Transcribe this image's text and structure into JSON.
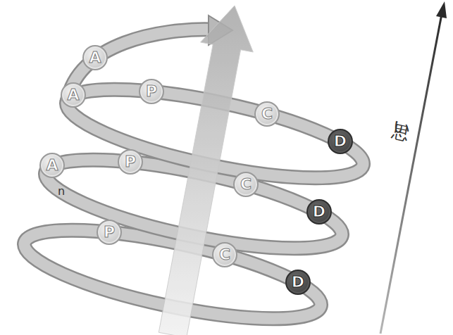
{
  "diagram": {
    "nodes": [
      {
        "text": [
          "A"
        ]
      },
      {
        "text": [
          "A"
        ]
      },
      {
        "text": [
          "P"
        ]
      },
      {
        "text": [
          "C"
        ]
      },
      {
        "text": [
          "D"
        ]
      },
      {
        "text": [
          "A"
        ]
      },
      {
        "text": [
          "P"
        ]
      },
      {
        "text": [
          "C"
        ]
      },
      {
        "text": [
          "D"
        ]
      },
      {
        "text": [
          "P"
        ]
      },
      {
        "text": [
          "C"
        ]
      },
      {
        "text": [
          "D"
        ]
      }
    ],
    "labels": [
      "n",
      "思い"
    ]
  }
}
